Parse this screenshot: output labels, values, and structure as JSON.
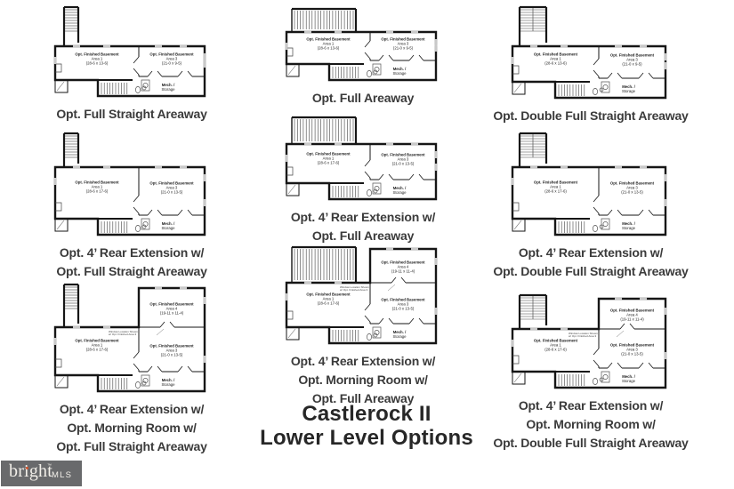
{
  "title": {
    "line1": "Castlerock II",
    "line2": "Lower Level Options"
  },
  "logo": {
    "name": "bright",
    "mls": "MLS",
    "tm": "™"
  },
  "plans": [
    {
      "caption": [
        "Opt. Full Straight Areaway"
      ],
      "area1": {
        "name": "Opt. Finished Basement",
        "area": "Area 1",
        "dims": "(28-6 x 13-6)"
      },
      "area3": {
        "name": "Opt. Finished Basement",
        "area": "Area 3",
        "dims": "(21-0 x 9-5)"
      },
      "mech": [
        "Mech. /",
        "Storage"
      ]
    },
    {
      "caption": [
        "Opt. Full Areaway"
      ],
      "area1": {
        "name": "Opt. Finished Basement",
        "area": "Area 1",
        "dims": "(28-6 x 13-6)"
      },
      "area3": {
        "name": "Opt. Finished Basement",
        "area": "Area 3",
        "dims": "(21-0 x 9-5)"
      },
      "mech": [
        "Mech. /",
        "Storage"
      ]
    },
    {
      "caption": [
        "Opt. Double Full Straight Areaway"
      ],
      "area1": {
        "name": "Opt. Finished Basement",
        "area": "Area 1",
        "dims": "(28-6 x 13-6)"
      },
      "area3": {
        "name": "Opt. Finished Basement",
        "area": "Area 3",
        "dims": "(21-0 x 9-5)"
      },
      "mech": [
        "Mech. /",
        "Storage"
      ]
    },
    {
      "caption": [
        "Opt. 4’ Rear Extension w/",
        "Opt. Full Straight Areaway"
      ],
      "area1": {
        "name": "Opt. Finished Basement",
        "area": "Area 1",
        "dims": "(28-6 x 17-6)"
      },
      "area3": {
        "name": "Opt. Finished Basement",
        "area": "Area 3",
        "dims": "(21-0 x 13-5)"
      },
      "mech": [
        "Mech. /",
        "Storage"
      ]
    },
    {
      "caption": [
        "Opt. 4’ Rear Extension w/",
        "Opt. Full Areaway"
      ],
      "area1": {
        "name": "Opt. Finished Basement",
        "area": "Area 1",
        "dims": "(28-6 x 17-6)"
      },
      "area3": {
        "name": "Opt. Finished Basement",
        "area": "Area 3",
        "dims": "(21-0 x 13-5)"
      },
      "mech": [
        "Mech. /",
        "Storage"
      ]
    },
    {
      "caption": [
        "Opt. 4’ Rear Extension w/",
        "Opt. Double Full Straight Areaway"
      ],
      "area1": {
        "name": "Opt. Finished Basement",
        "area": "Area 1",
        "dims": "(28-6 x 17-6)"
      },
      "area3": {
        "name": "Opt. Finished Basement",
        "area": "Area 3",
        "dims": "(21-0 x 13-5)"
      },
      "mech": [
        "Mech. /",
        "Storage"
      ]
    },
    {
      "caption": [
        "Opt. 4’ Rear Extension w/",
        "Opt. Morning Room w/",
        "Opt. Full Straight Areaway"
      ],
      "area1": {
        "name": "Opt. Finished Basement",
        "area": "Area 1",
        "dims": "(28-6 x 17-6)"
      },
      "area3": {
        "name": "Opt. Finished Basement",
        "area": "Area 3",
        "dims": "(21-0 x 13-5)"
      },
      "area4": {
        "name": "Opt. Finished Basement",
        "area": "Area 4",
        "dims": "(19-11 x 11-4)"
      },
      "mech": [
        "Mech. /",
        "Storage"
      ],
      "note": [
        "Window Location Shown",
        "w/ Opt. Finished Area 3"
      ]
    },
    {
      "caption": [
        "Opt. 4’ Rear Extension w/",
        "Opt. Morning Room w/",
        "Opt. Full Areaway"
      ],
      "area1": {
        "name": "Opt. Finished Basement",
        "area": "Area 1",
        "dims": "(28-6 x 17-6)"
      },
      "area3": {
        "name": "Opt. Finished Basement",
        "area": "Area 3",
        "dims": "(21-0 x 13-5)"
      },
      "area4": {
        "name": "Opt. Finished Basement",
        "area": "Area 4",
        "dims": "(19-11 x 11-4)"
      },
      "mech": [
        "Mech. /",
        "Storage"
      ],
      "note": [
        "Window Location Shown",
        "w/ Opt. Finished Area 3"
      ]
    },
    {
      "caption": [
        "Opt. 4’ Rear Extension w/",
        "Opt. Morning Room w/",
        "Opt. Double Full Straight Areaway"
      ],
      "area1": {
        "name": "Opt. Finished Basement",
        "area": "Area 1",
        "dims": "(28-6 x 17-6)"
      },
      "area3": {
        "name": "Opt. Finished Basement",
        "area": "Area 3",
        "dims": "(21-0 x 13-5)"
      },
      "area4": {
        "name": "Opt. Finished Basement",
        "area": "Area 4",
        "dims": "(19-11 x 11-4)"
      },
      "mech": [
        "Mech. /",
        "Storage"
      ],
      "note": [
        "Window Location Shown",
        "w/ Opt. Finished Area 3"
      ]
    }
  ]
}
